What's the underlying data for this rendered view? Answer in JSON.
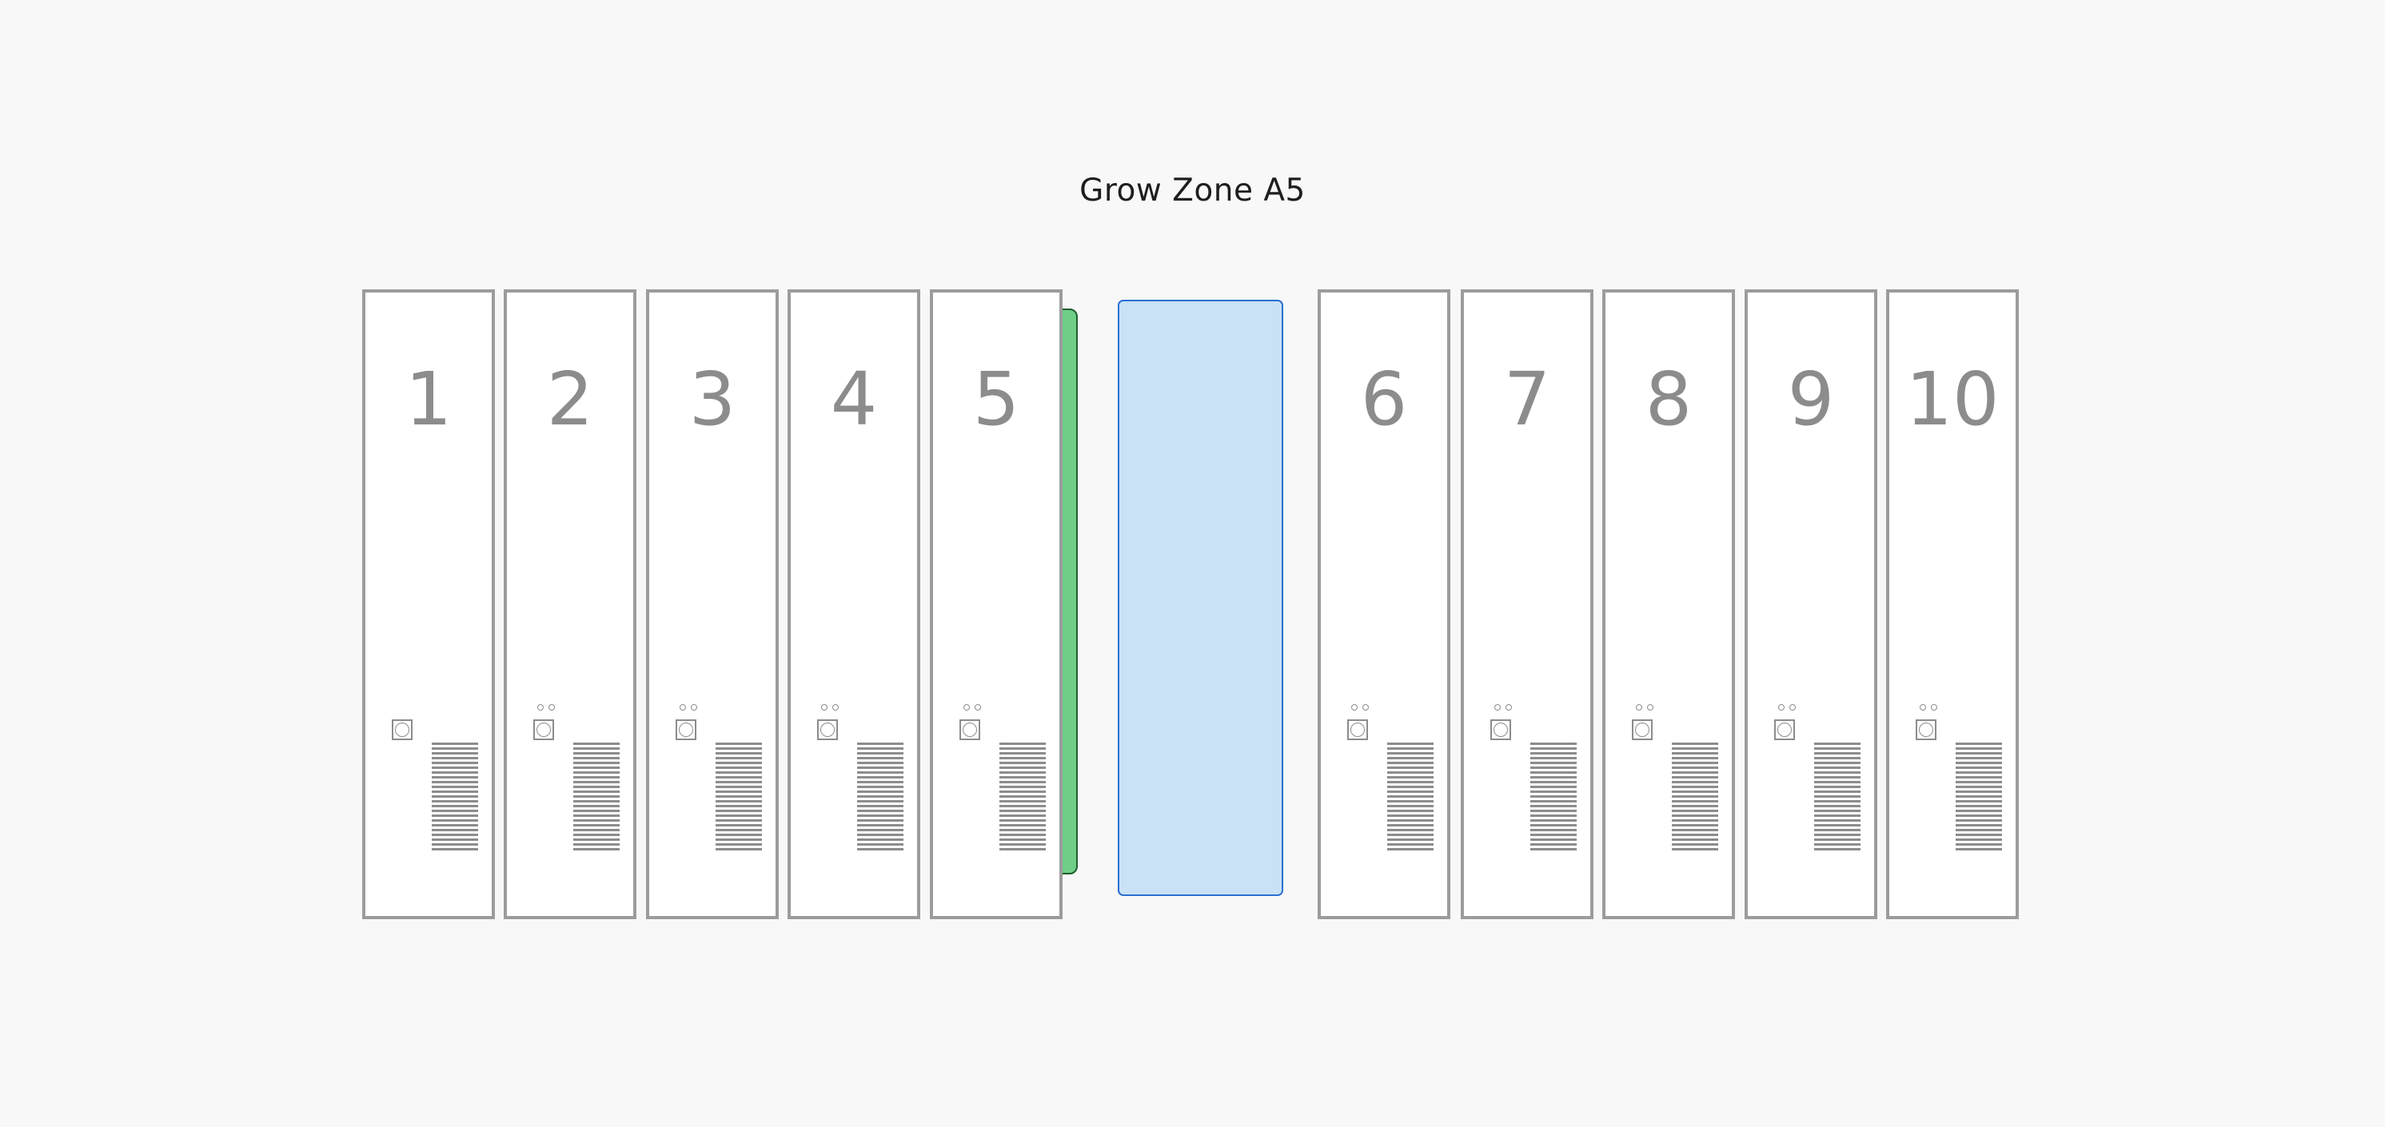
{
  "zone": {
    "title": "Grow Zone A5"
  },
  "units": [
    {
      "label": "1",
      "leds": false
    },
    {
      "label": "2",
      "leds": true
    },
    {
      "label": "3",
      "leds": true
    },
    {
      "label": "4",
      "leds": true
    },
    {
      "label": "5",
      "leds": true
    },
    {
      "label": "6",
      "leds": true
    },
    {
      "label": "7",
      "leds": true
    },
    {
      "label": "8",
      "leds": true
    },
    {
      "label": "9",
      "leds": true
    },
    {
      "label": "10",
      "leds": true
    }
  ],
  "colors": {
    "door_fill": "#c9e2f5",
    "door_border": "#2b6fd4",
    "indicator_fill": "#6fce88",
    "unit_border": "#9c9c9c"
  },
  "icons": {
    "port": "port-icon",
    "vent": "vent-icon",
    "led": "led-icon"
  }
}
